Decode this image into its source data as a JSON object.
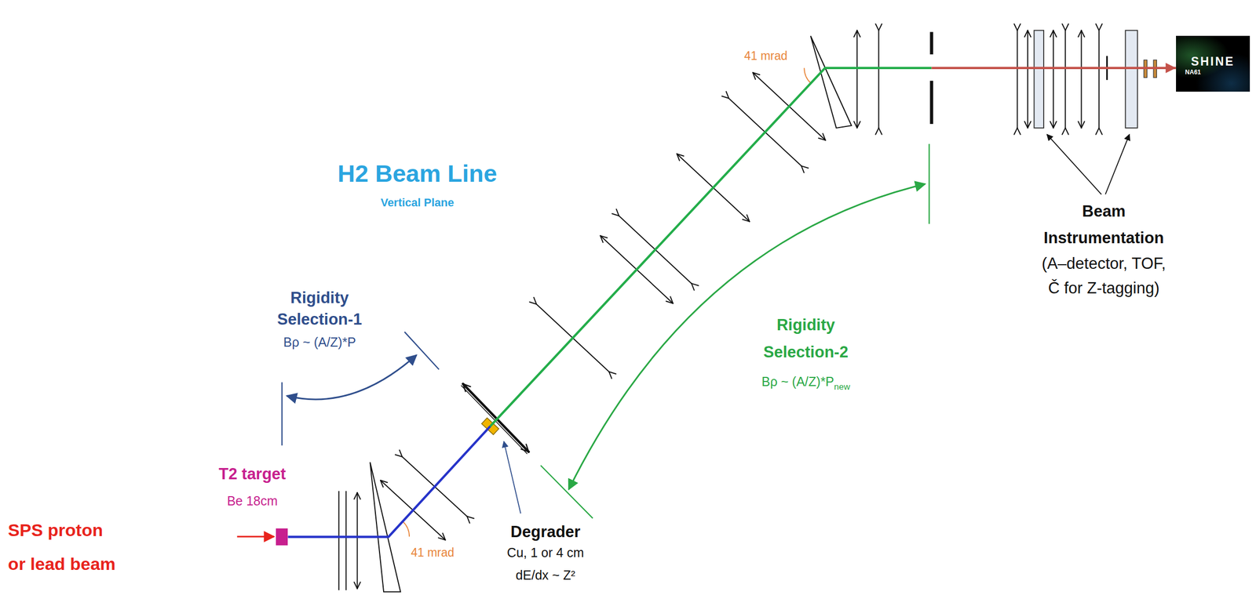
{
  "diagram": {
    "nodes": [
      {
        "text": [
          "T2 target",
          "Be 18cm"
        ]
      },
      {
        "text": [
          "SHINE",
          "NA61"
        ]
      }
    ],
    "edges": [
      {
        "from": 0,
        "to": 1,
        "arrow": "to"
      }
    ],
    "labels": [
      "SPS proton or lead beam",
      "41 mrad",
      "Rigidity Selection-1",
      "Bρ ~ (A/Z)*P",
      "H2 Beam Line",
      "Vertical Plane",
      "Degrader",
      "Cu, 1 or 4 cm",
      "dE/dx ~ Z²",
      "Rigidity Selection-2",
      "Bρ ~ (A/Z)*P",
      "new",
      "41 mrad",
      "Beam Instrumentation",
      "(A–detector, TOF, Č for Z-tagging)"
    ]
  }
}
